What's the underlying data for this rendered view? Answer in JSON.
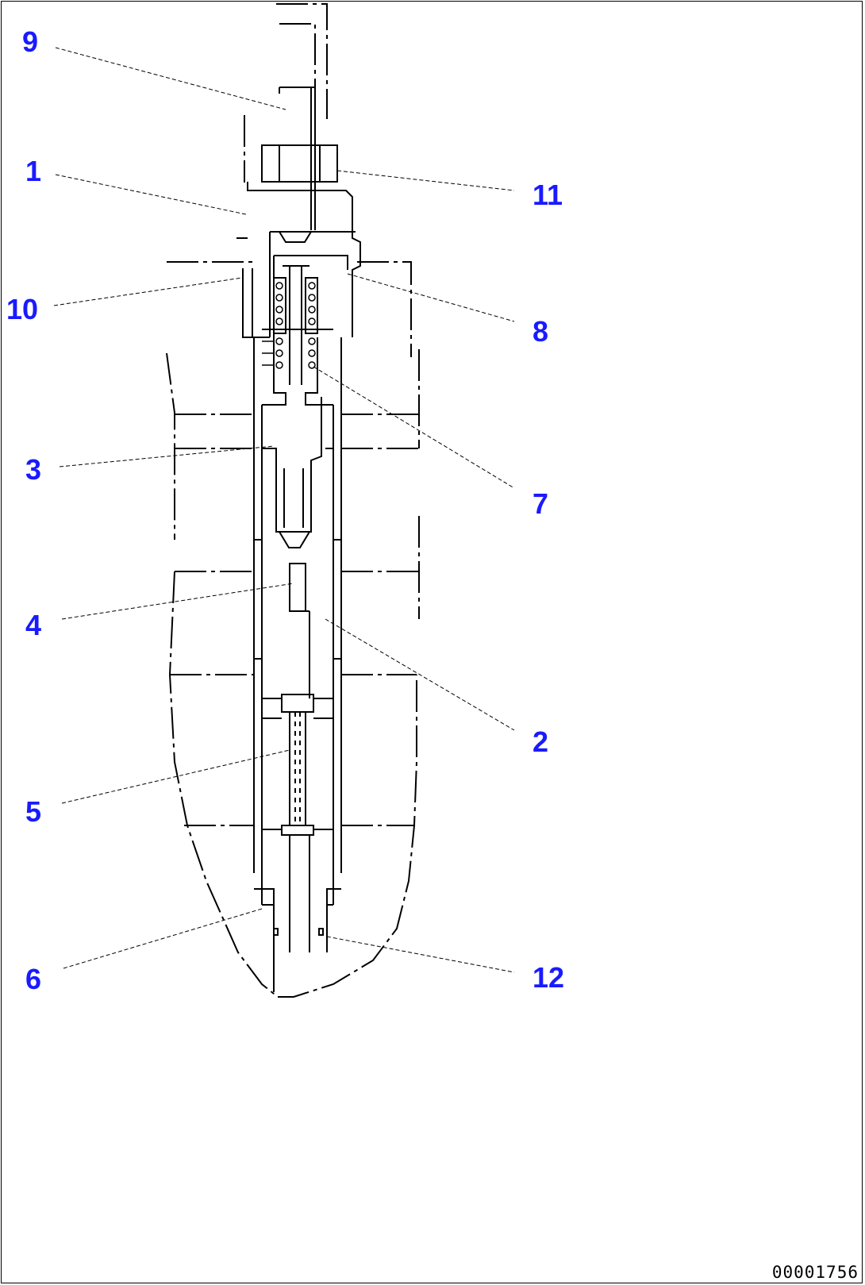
{
  "colors": {
    "callout": "#1a1aff",
    "line": "#000000",
    "background": "#ffffff"
  },
  "callouts": [
    {
      "id": "9",
      "label": "9"
    },
    {
      "id": "1",
      "label": "1"
    },
    {
      "id": "11",
      "label": "11"
    },
    {
      "id": "10",
      "label": "10"
    },
    {
      "id": "8",
      "label": "8"
    },
    {
      "id": "3",
      "label": "3"
    },
    {
      "id": "7",
      "label": "7"
    },
    {
      "id": "4",
      "label": "4"
    },
    {
      "id": "2",
      "label": "2"
    },
    {
      "id": "5",
      "label": "5"
    },
    {
      "id": "6",
      "label": "6"
    },
    {
      "id": "12",
      "label": "12"
    }
  ],
  "document_code": "00001756"
}
